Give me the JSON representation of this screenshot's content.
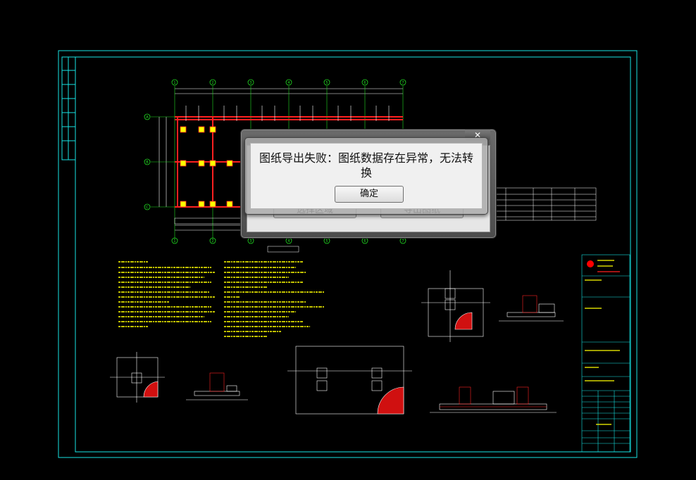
{
  "message_box": {
    "message": "图纸导出失败：图纸数据存在异常，无法转换",
    "ok_label": "确定"
  },
  "background_dialog": {
    "close_glyph": "✕",
    "select_region_label": "选择区域",
    "export_drawing_label": "导出图纸"
  },
  "drawing": {
    "axis_numbers": [
      "1",
      "2",
      "3",
      "4",
      "5",
      "6",
      "7"
    ],
    "axis_letters": [
      "A",
      "B",
      "C"
    ],
    "colors": {
      "frame": "#17e5e5",
      "text": "#ffff00",
      "lines": "#ffffff",
      "rebar": "#ff2020",
      "hatch": "#d01010",
      "grid_bubble": "#22dd22",
      "logo": "#ff0000"
    }
  }
}
